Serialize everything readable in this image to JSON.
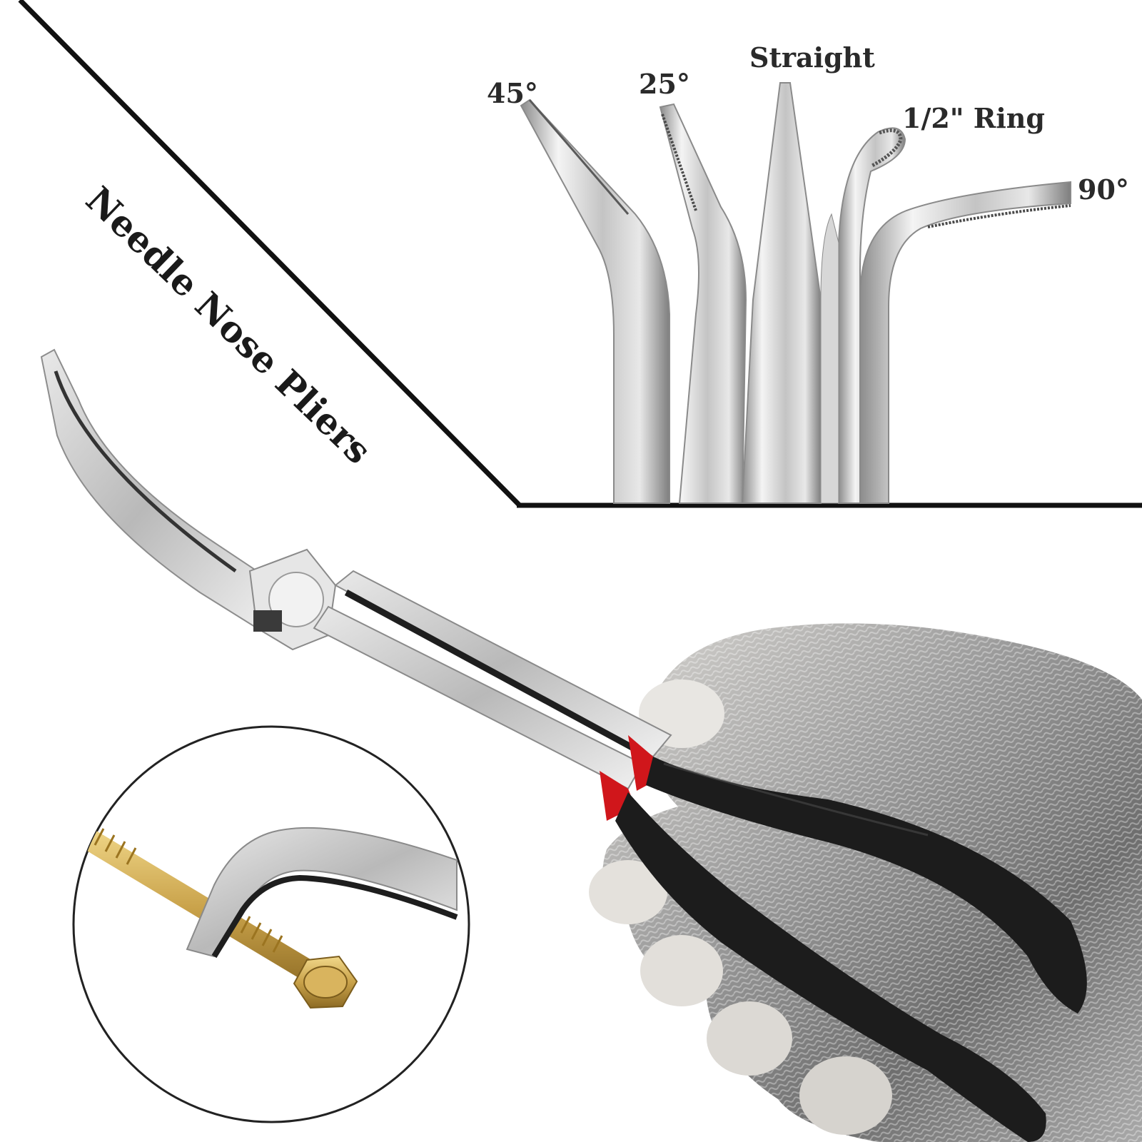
{
  "product": {
    "title": "Needle Nose Pliers"
  },
  "tip_labels": {
    "deg45": "45°",
    "deg25": "25°",
    "straight": "Straight",
    "ring": "1/2\" Ring",
    "deg90": "90°"
  },
  "colors": {
    "steel_light": "#f2f2f2",
    "steel_mid": "#bdbdbd",
    "steel_dark": "#7a7a7a",
    "grip_black": "#1c1c1c",
    "grip_red": "#d0161b",
    "glove_grey": "#8a8a8a",
    "glove_white": "#e6e4e0",
    "bolt_gold": "#c9a24a"
  }
}
